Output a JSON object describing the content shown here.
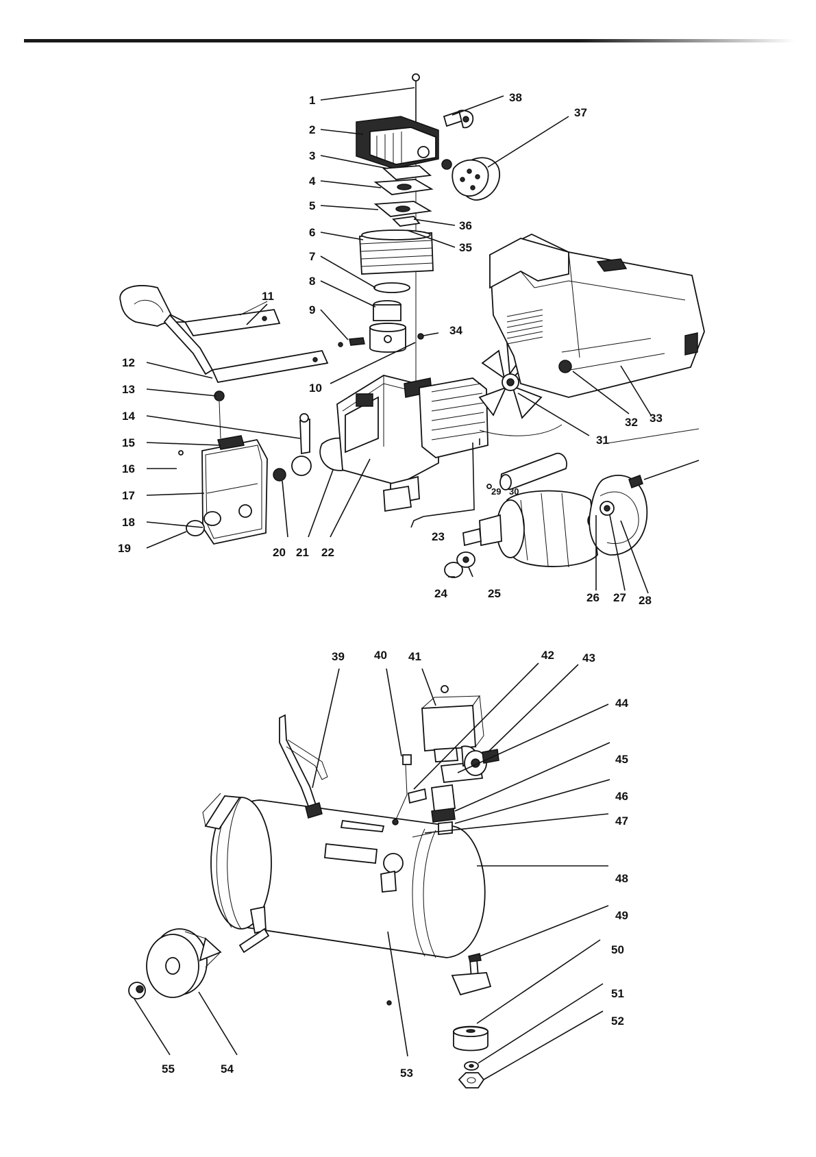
{
  "header_rule_color": "#1a1a1a",
  "callouts": [
    "1",
    "2",
    "3",
    "4",
    "5",
    "6",
    "7",
    "8",
    "9",
    "10",
    "11",
    "12",
    "13",
    "14",
    "15",
    "16",
    "17",
    "18",
    "19",
    "20",
    "21",
    "22",
    "23",
    "24",
    "25",
    "26",
    "27",
    "28",
    "29",
    "30",
    "31",
    "32",
    "33",
    "34",
    "35",
    "36",
    "37",
    "38",
    "39",
    "40",
    "41",
    "42",
    "43",
    "44",
    "45",
    "46",
    "47",
    "48",
    "49",
    "50",
    "51",
    "52",
    "53",
    "54",
    "55"
  ]
}
